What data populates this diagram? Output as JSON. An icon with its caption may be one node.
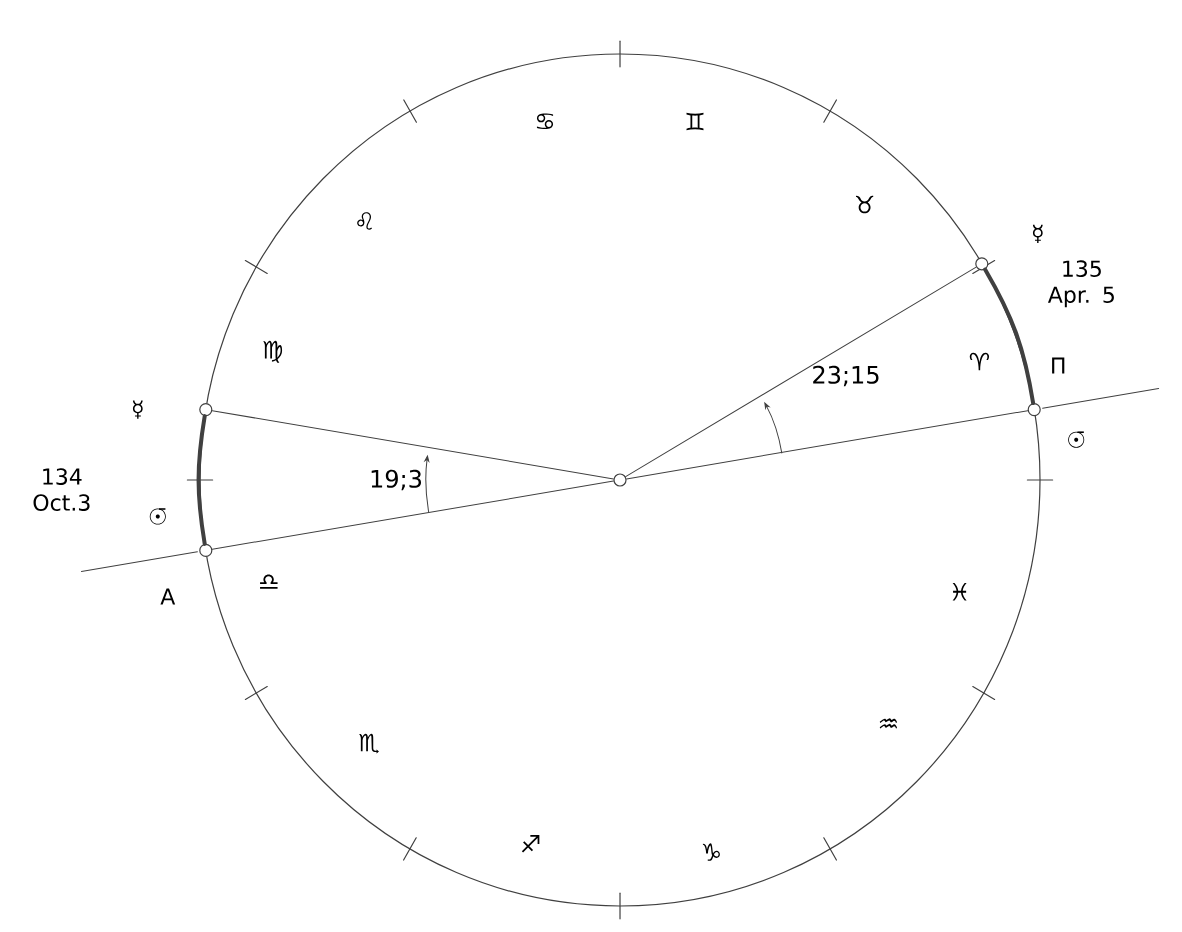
{
  "diagram": {
    "nodes": [
      {
        "text": [],
        "shape": "circle"
      },
      {
        "text": [],
        "shape": "circle",
        "beside": [
          "☿",
          "134 Oct.3"
        ]
      },
      {
        "text": [],
        "shape": "circle",
        "beside": [
          "☉̄",
          "A"
        ]
      },
      {
        "text": [],
        "shape": "circle",
        "beside": [
          "☿",
          "135 Apr. 5"
        ]
      },
      {
        "text": [],
        "shape": "circle",
        "beside": [
          "Π",
          "☉̄"
        ]
      }
    ],
    "edges": [
      {
        "from": 0,
        "to": 1,
        "arrow": "none"
      },
      {
        "from": 2,
        "to": 0,
        "arrow": "none"
      },
      {
        "from": 0,
        "to": 4,
        "arrow": "none"
      },
      {
        "from": 0,
        "to": 3,
        "arrow": "none"
      },
      {
        "from": 1,
        "to": 2,
        "arrow": "none",
        "style": "thick"
      },
      {
        "from": 3,
        "to": 4,
        "arrow": "none",
        "style": "thick"
      }
    ],
    "labels": [
      "♊",
      "♋",
      "♌",
      "♉",
      "♍",
      "♈",
      "23;15",
      "19;3",
      "♎",
      "♓",
      "♏",
      "♒",
      "♐",
      "♑"
    ]
  }
}
